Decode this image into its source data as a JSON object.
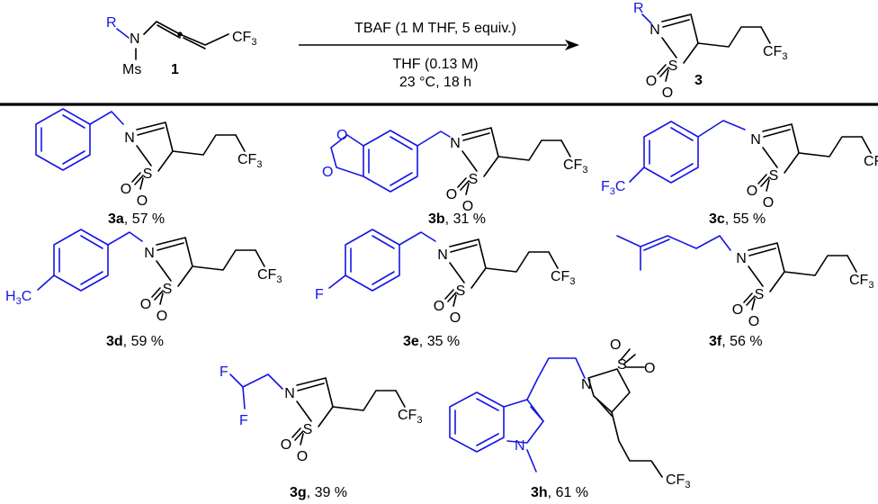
{
  "scheme": {
    "reactant": {
      "label": "1",
      "r_group": "R",
      "n_atom": "N",
      "ms_group": "Ms",
      "cf3": "CF",
      "cf3_sub": "3"
    },
    "product": {
      "label": "3",
      "r_group": "R",
      "n_atom": "N",
      "s_atom": "S",
      "o_atom": "O",
      "cf3": "CF",
      "cf3_sub": "3"
    },
    "conditions": {
      "above_arrow": "TBAF (1 M THF, 5 equiv.)",
      "below_arrow_1": "THF (0.13 M)",
      "below_arrow_2": "23 °C, 18 h"
    }
  },
  "products": [
    {
      "id": "3a",
      "label": "3a",
      "yield": ", 57 %"
    },
    {
      "id": "3b",
      "label": "3b",
      "yield": ", 31 %"
    },
    {
      "id": "3c",
      "label": "3c",
      "yield": ", 55 %"
    },
    {
      "id": "3d",
      "label": "3d",
      "yield": ", 59 %"
    },
    {
      "id": "3e",
      "label": "3e",
      "yield": ", 35 %"
    },
    {
      "id": "3f",
      "label": "3f",
      "yield": ", 56 %"
    },
    {
      "id": "3g",
      "label": "3g",
      "yield": ", 39 %"
    },
    {
      "id": "3h",
      "label": "3h",
      "yield": ", 61 %"
    }
  ],
  "atoms": {
    "n": "N",
    "s": "S",
    "o": "O",
    "f": "F",
    "cf": "CF",
    "three": "3",
    "f3c_f": "F",
    "f3c_c": "C",
    "h3c_h": "H",
    "h3c_c": "C"
  },
  "colors": {
    "substituent": "#1515e6",
    "core": "#000000"
  }
}
